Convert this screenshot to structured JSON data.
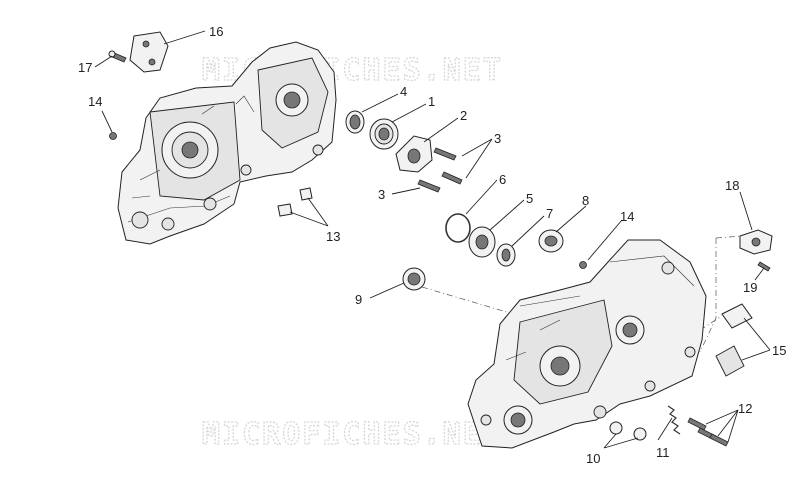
{
  "watermark": {
    "top": "MICROFICHES.NET",
    "bottom": "MICROFICHES.NET"
  },
  "callouts": [
    {
      "id": "16",
      "label": "16"
    },
    {
      "id": "17",
      "label": "17"
    },
    {
      "id": "14a",
      "label": "14"
    },
    {
      "id": "4",
      "label": "4"
    },
    {
      "id": "1",
      "label": "1"
    },
    {
      "id": "2",
      "label": "2"
    },
    {
      "id": "3a",
      "label": "3"
    },
    {
      "id": "3b",
      "label": "3"
    },
    {
      "id": "6",
      "label": "6"
    },
    {
      "id": "5",
      "label": "5"
    },
    {
      "id": "7",
      "label": "7"
    },
    {
      "id": "8",
      "label": "8"
    },
    {
      "id": "14b",
      "label": "14"
    },
    {
      "id": "13",
      "label": "13"
    },
    {
      "id": "18",
      "label": "18"
    },
    {
      "id": "19",
      "label": "19"
    },
    {
      "id": "9",
      "label": "9"
    },
    {
      "id": "15",
      "label": "15"
    },
    {
      "id": "12",
      "label": "12"
    },
    {
      "id": "11",
      "label": "11"
    },
    {
      "id": "10",
      "label": "10"
    }
  ]
}
